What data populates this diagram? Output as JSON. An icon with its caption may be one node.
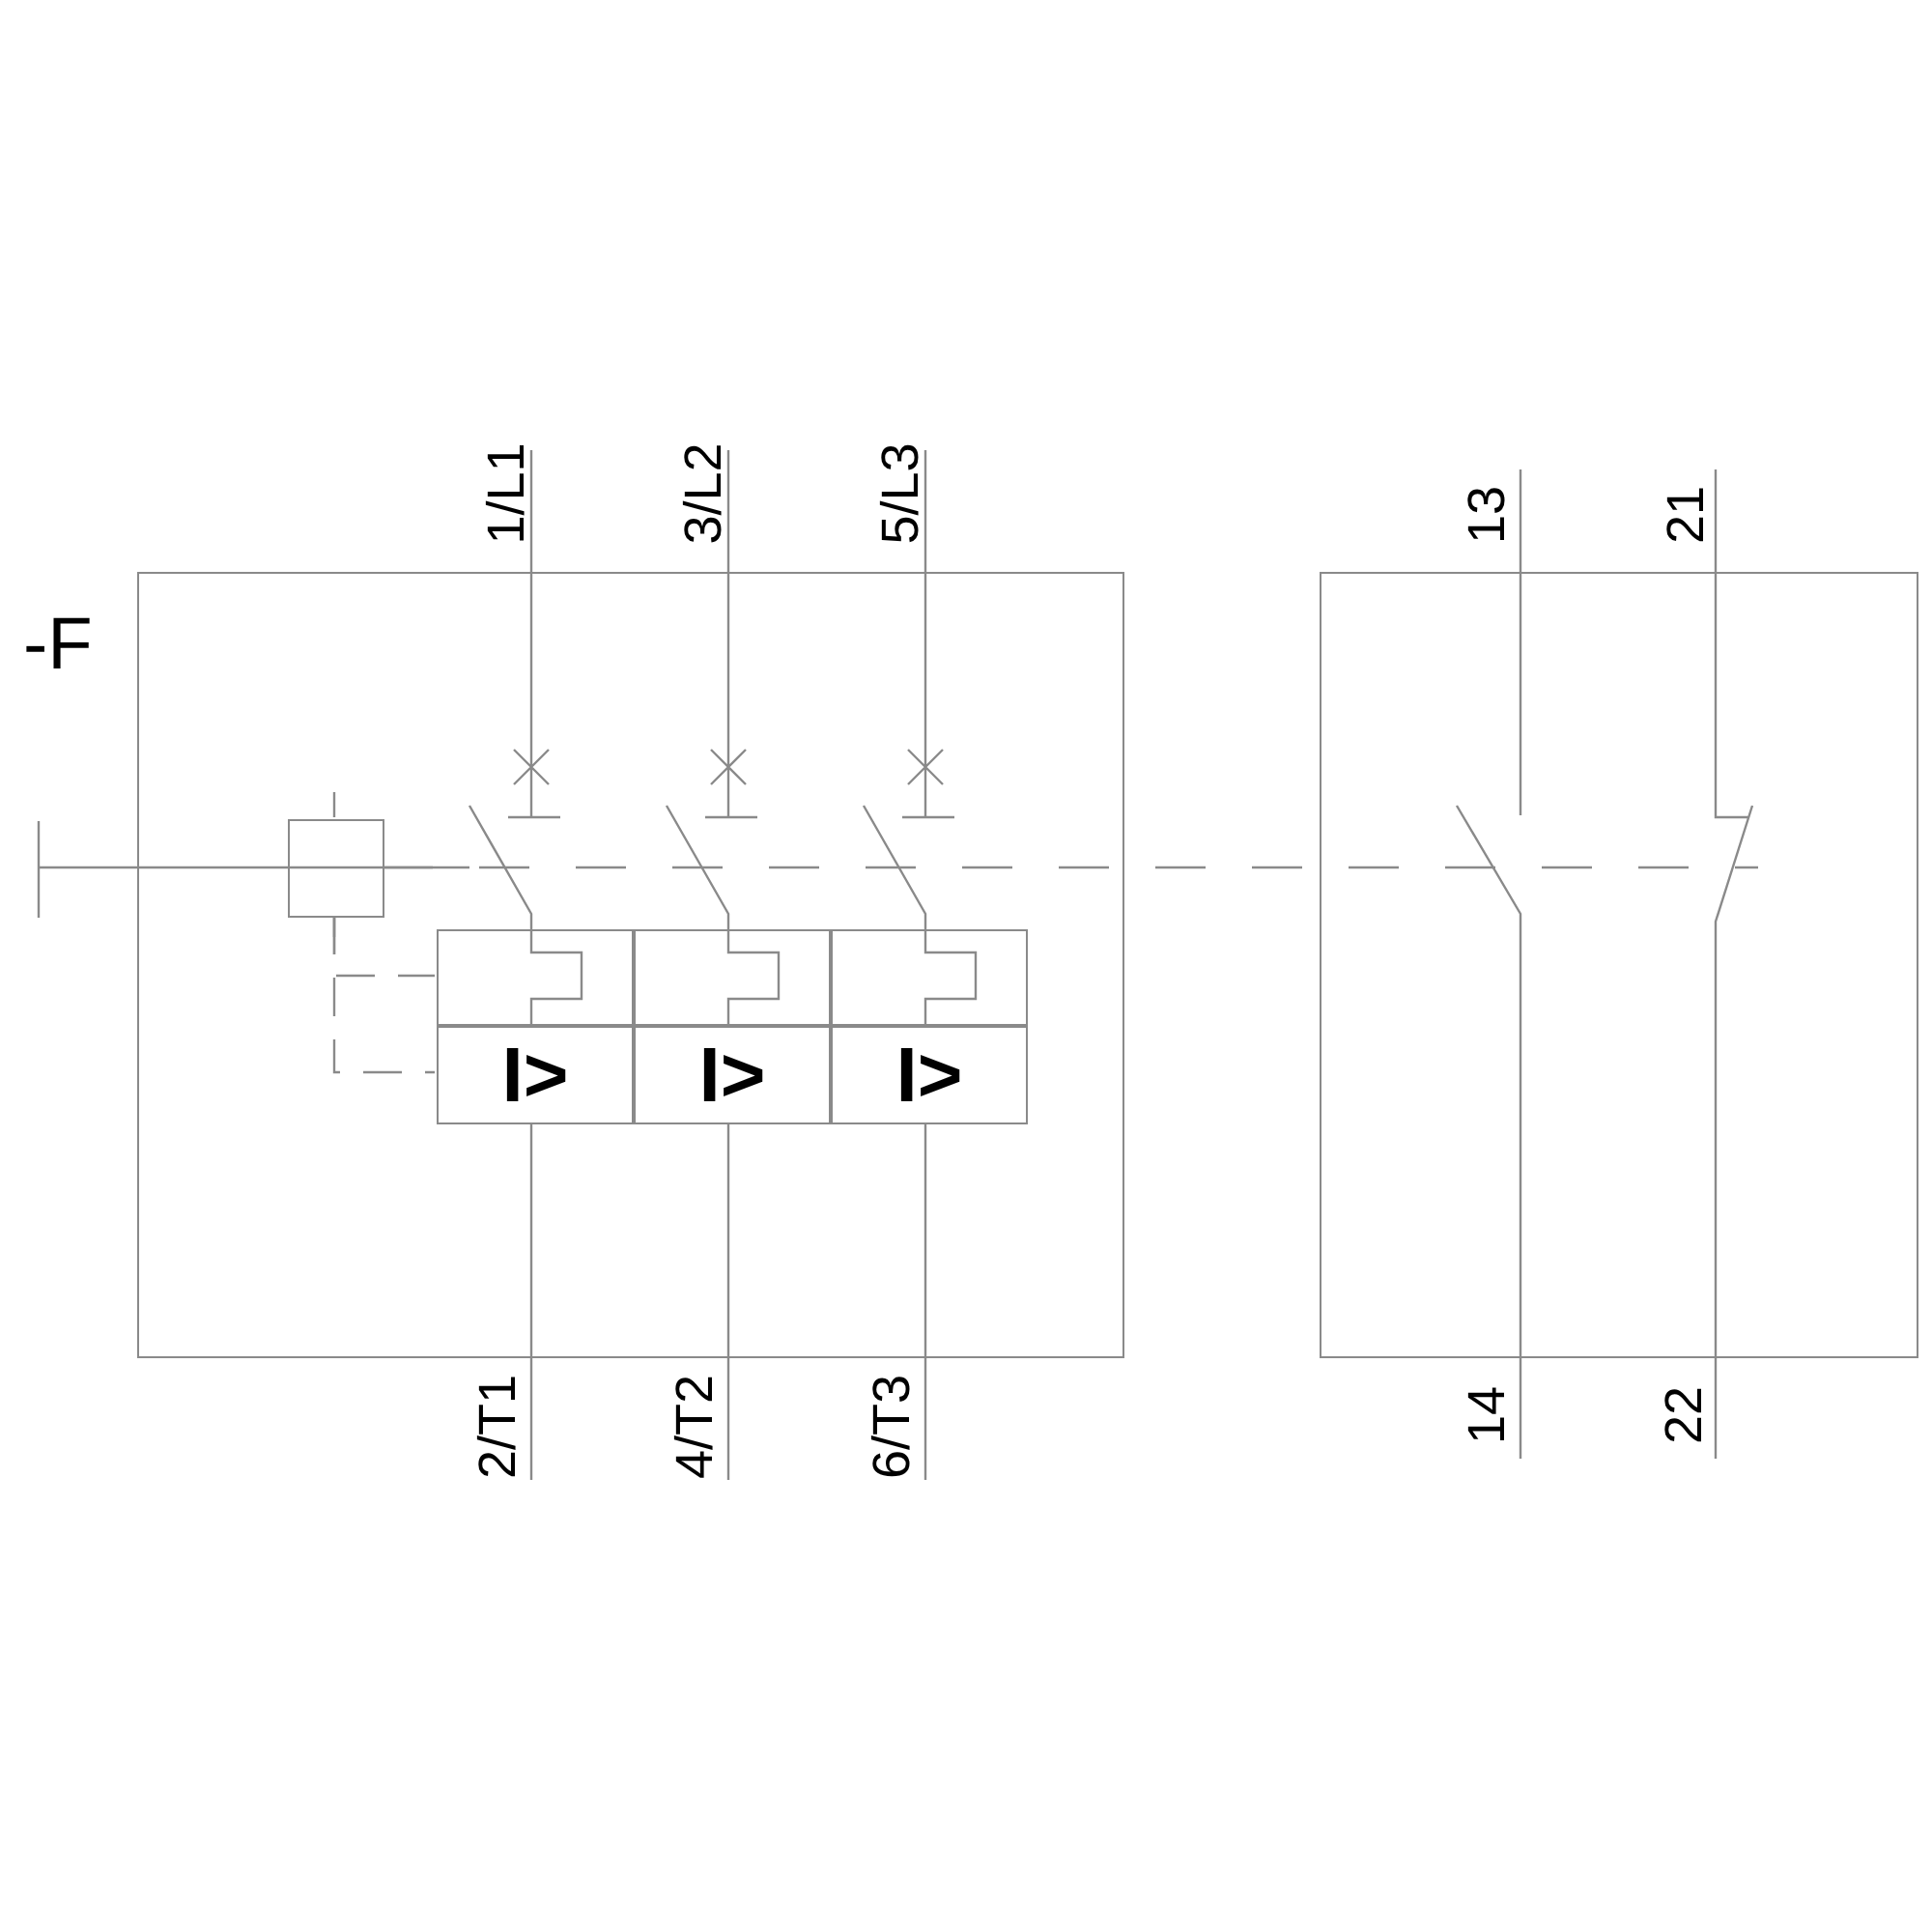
{
  "diagram": {
    "nodes": [
      {
        "text": [],
        "shape": "box"
      },
      {
        "text": [],
        "shape": "box"
      },
      {
        "text": [],
        "shape": "box",
        "in": 0
      },
      {
        "text": [],
        "shape": "box",
        "in": 0
      },
      {
        "text": [],
        "shape": "box",
        "in": 0
      },
      {
        "text": [
          "I>"
        ],
        "in": 0
      },
      {
        "text": [
          "I>"
        ],
        "in": 0
      },
      {
        "text": [
          "I>"
        ],
        "in": 0
      },
      {
        "text": [],
        "shape": "box",
        "in": 0
      }
    ],
    "edges": [
      {
        "from": 8,
        "to": 2,
        "arrow": "none",
        "style": "dashed"
      },
      {
        "from": 8,
        "to": 5,
        "arrow": "none",
        "style": "dashed"
      },
      {
        "from": 8,
        "to": 1,
        "arrow": "none",
        "style": "dashed"
      }
    ],
    "labels": [
      "-F",
      "1/L1",
      "3/L2",
      "5/L3",
      "13",
      "21",
      "2/T1",
      "4/T2",
      "6/T3",
      "14",
      "22"
    ]
  }
}
